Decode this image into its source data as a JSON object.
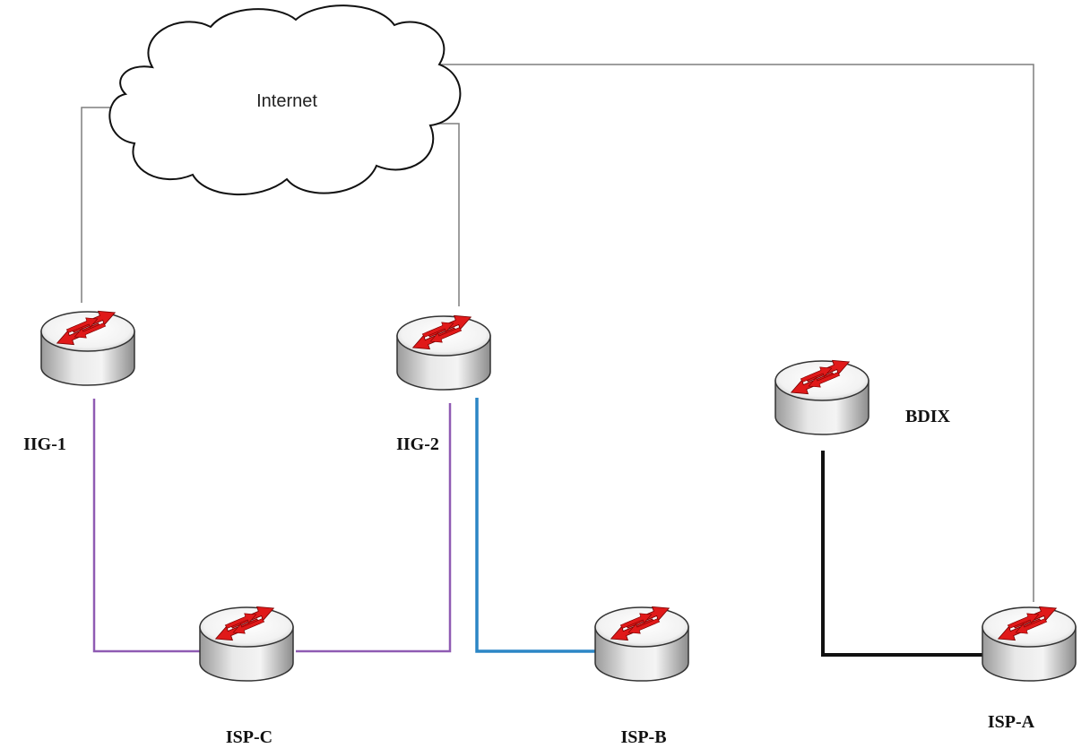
{
  "diagram": {
    "cloud": {
      "label": "Internet"
    },
    "routers": [
      {
        "id": "iig1",
        "label": "IIG-1"
      },
      {
        "id": "iig2",
        "label": "IIG-2"
      },
      {
        "id": "bdix",
        "label": "BDIX"
      },
      {
        "id": "ispc",
        "label": "ISP-C"
      },
      {
        "id": "ispb",
        "label": "ISP-B"
      },
      {
        "id": "ispa",
        "label": "ISP-A"
      }
    ],
    "links": [
      {
        "from": "internet",
        "to": "iig1",
        "color": "#7f7f7f"
      },
      {
        "from": "internet",
        "to": "iig2",
        "color": "#7f7f7f"
      },
      {
        "from": "internet",
        "to": "ispa",
        "color": "#7f7f7f"
      },
      {
        "from": "iig1",
        "to": "ispc",
        "color": "#8f5bb3"
      },
      {
        "from": "iig2",
        "to": "ispc",
        "color": "#8f5bb3"
      },
      {
        "from": "iig2",
        "to": "ispb",
        "color": "#2b86c5"
      },
      {
        "from": "bdix",
        "to": "ispa",
        "color": "#111111"
      }
    ],
    "colors": {
      "router_body": "#d9d9d9",
      "router_top": "#ffffff",
      "arrow": "#e01919"
    }
  }
}
